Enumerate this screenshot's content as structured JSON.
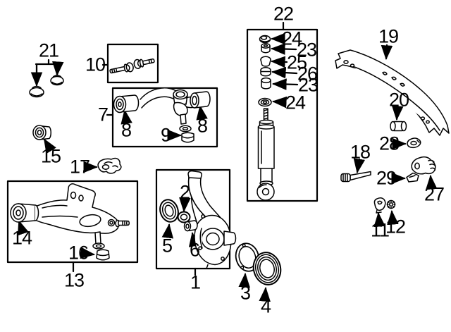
{
  "colors": {
    "background": "#ffffff",
    "line": "#000000"
  },
  "callouts": {
    "c1": {
      "text": "1"
    },
    "c2": {
      "text": "2"
    },
    "c3": {
      "text": "3"
    },
    "c4": {
      "text": "4"
    },
    "c5": {
      "text": "5"
    },
    "c6": {
      "text": "6"
    },
    "c7": {
      "text": "7"
    },
    "c8a": {
      "text": "8"
    },
    "c8b": {
      "text": "8"
    },
    "c9": {
      "text": "9"
    },
    "c10": {
      "text": "10"
    },
    "c11": {
      "text": "11"
    },
    "c12": {
      "text": "12"
    },
    "c13": {
      "text": "13"
    },
    "c14": {
      "text": "14"
    },
    "c15": {
      "text": "15"
    },
    "c16": {
      "text": "16"
    },
    "c17": {
      "text": "17"
    },
    "c18": {
      "text": "18"
    },
    "c19": {
      "text": "19"
    },
    "c20": {
      "text": "20"
    },
    "c21": {
      "text": "21"
    },
    "c22": {
      "text": "22"
    },
    "c23a": {
      "text": "23"
    },
    "c23b": {
      "text": "23"
    },
    "c24a": {
      "text": "24"
    },
    "c24b": {
      "text": "24"
    },
    "c25": {
      "text": "25"
    },
    "c26": {
      "text": "26"
    },
    "c27": {
      "text": "27"
    },
    "c28": {
      "text": "28"
    },
    "c29": {
      "text": "29"
    }
  }
}
